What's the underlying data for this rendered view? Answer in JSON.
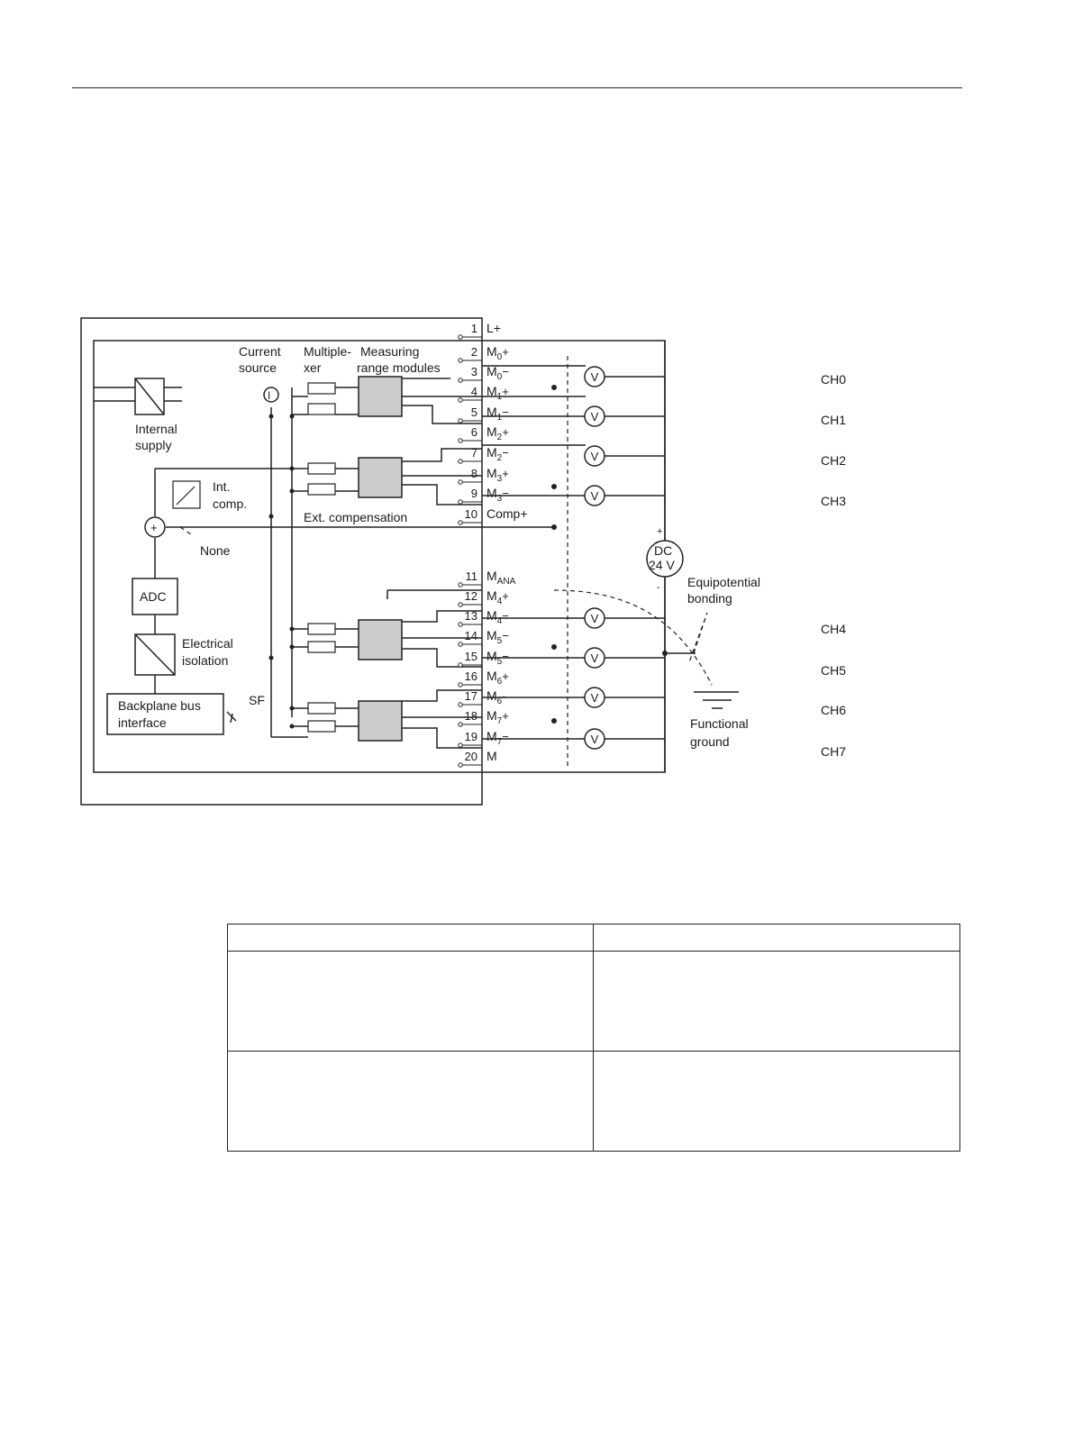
{
  "terminals": [
    {
      "num": "1",
      "label": "L+"
    },
    {
      "num": "2",
      "label": "M",
      "sub": "0",
      "suffix": "+"
    },
    {
      "num": "3",
      "label": "M",
      "sub": "0",
      "suffix": "−"
    },
    {
      "num": "4",
      "label": "M",
      "sub": "1",
      "suffix": "+"
    },
    {
      "num": "5",
      "label": "M",
      "sub": "1",
      "suffix": "−"
    },
    {
      "num": "6",
      "label": "M",
      "sub": "2",
      "suffix": "+"
    },
    {
      "num": "7",
      "label": "M",
      "sub": "2",
      "suffix": "−"
    },
    {
      "num": "8",
      "label": "M",
      "sub": "3",
      "suffix": "+"
    },
    {
      "num": "9",
      "label": "M",
      "sub": "3",
      "suffix": "−"
    },
    {
      "num": "10",
      "label": "Comp+"
    },
    {
      "num": "11",
      "label": "M",
      "sub": "ANA",
      "suffix": ""
    },
    {
      "num": "12",
      "label": "M",
      "sub": "4",
      "suffix": "+"
    },
    {
      "num": "13",
      "label": "M",
      "sub": "4",
      "suffix": "−"
    },
    {
      "num": "14",
      "label": "M",
      "sub": "5",
      "suffix": "−"
    },
    {
      "num": "15",
      "label": "M",
      "sub": "5",
      "suffix": "−"
    },
    {
      "num": "16",
      "label": "M",
      "sub": "6",
      "suffix": "+"
    },
    {
      "num": "17",
      "label": "M",
      "sub": "6",
      "suffix": "-"
    },
    {
      "num": "18",
      "label": "M",
      "sub": "7",
      "suffix": "+"
    },
    {
      "num": "19",
      "label": "M",
      "sub": "7",
      "suffix": "−"
    },
    {
      "num": "20",
      "label": "M"
    }
  ],
  "channels": [
    "CH0",
    "CH1",
    "CH2",
    "CH3",
    "CH4",
    "CH5",
    "CH6",
    "CH7"
  ],
  "labels": {
    "current_source": [
      "Current",
      "source"
    ],
    "multiplexer": [
      "Multiple-",
      "xer"
    ],
    "measuring_range": [
      "Measuring",
      "range modules"
    ],
    "internal_supply": [
      "Internal",
      "supply"
    ],
    "int_comp": [
      "Int.",
      "comp."
    ],
    "ext_comp": "Ext. compensation",
    "none": "None",
    "adc": "ADC",
    "electrical_isolation": [
      "Electrical",
      "isolation"
    ],
    "backplane": [
      "Backplane bus",
      "interface"
    ],
    "sf": "SF",
    "dc": [
      "DC",
      "24 V"
    ],
    "equipotential": [
      "Equipotential",
      "bonding"
    ],
    "functional_ground": [
      "Functional",
      "ground"
    ],
    "voltmeter": "V",
    "current_symbol": "I",
    "plus": "+",
    "minus": "-"
  }
}
